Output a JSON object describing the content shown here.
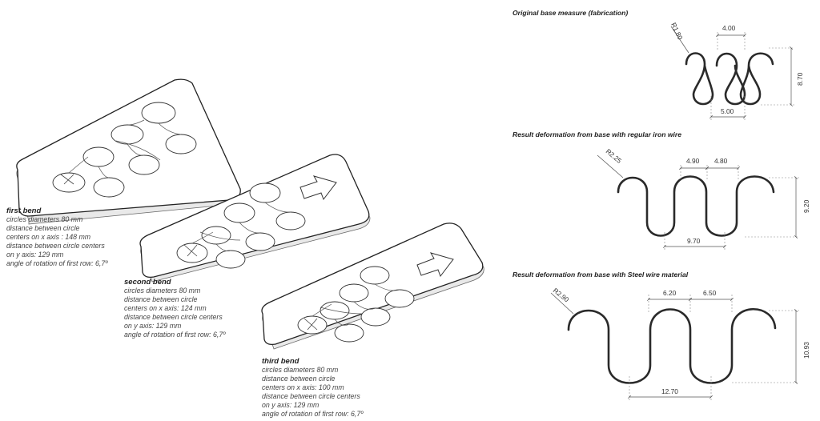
{
  "bends": [
    {
      "title": "first bend",
      "lines": [
        "circles diameters 80 mm",
        "distance between circle",
        "centers on x axis : 148 mm",
        "distance between circle centers",
        "on y axis: 129 mm",
        "angle of rotation of first row: 6,7º"
      ]
    },
    {
      "title": "second bend",
      "lines": [
        "circles diameters 80 mm",
        "distance between circle",
        "centers on x axis: 124 mm",
        "distance between circle centers",
        "on y axis: 129 mm",
        "angle of rotation of first row: 6,7º"
      ]
    },
    {
      "title": "third bend",
      "lines": [
        "circles diameters 80 mm",
        "distance between circle",
        "centers on x axis: 100 mm",
        "distance between circle centers",
        "on y axis: 129 mm",
        "angle of rotation of first row: 6,7º"
      ]
    }
  ],
  "sections": [
    {
      "title": "Original base measure (fabrication)",
      "radius": "R1.80",
      "width_top": "4.00",
      "width_bottom": "5.00",
      "height": "8.70"
    },
    {
      "title": "Result deformation from base with regular iron wire",
      "radius": "R2.25",
      "width_top_1": "4.90",
      "width_top_2": "4.80",
      "width_bottom": "9.70",
      "height": "9.20"
    },
    {
      "title": "Result deformation from base with Steel wire  material",
      "radius": "R2.90",
      "width_top_1": "6.20",
      "width_top_2": "6.50",
      "width_bottom": "12.70",
      "height": "10.93"
    }
  ]
}
